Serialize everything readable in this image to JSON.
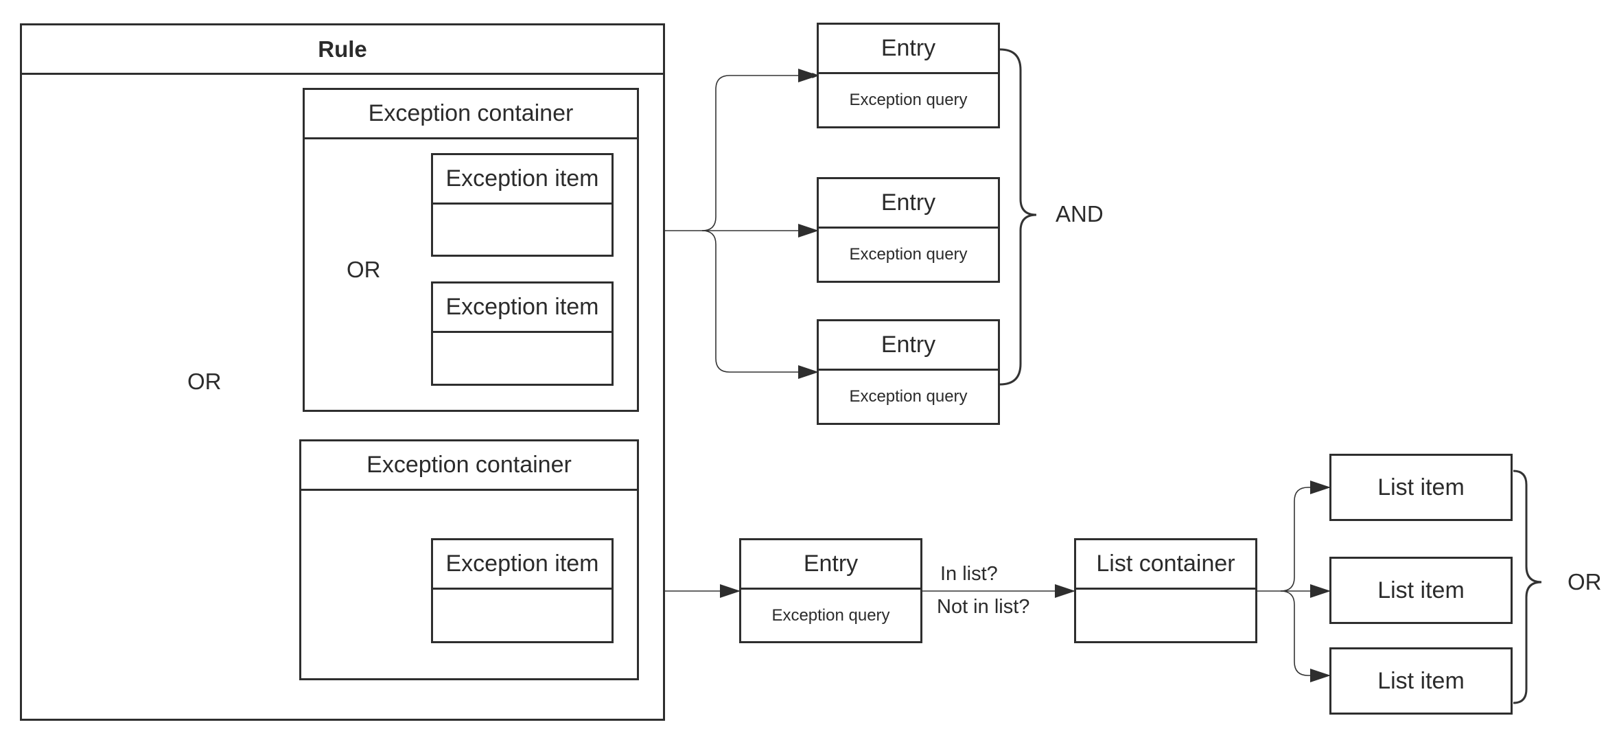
{
  "rule": {
    "title": "Rule"
  },
  "exception_container": "Exception container",
  "exception_item": "Exception item",
  "entry": "Entry",
  "exception_query": "Exception query",
  "list_container": "List container",
  "list_item": "List item",
  "operators": {
    "or": "OR",
    "and": "AND"
  },
  "list_checks": {
    "in_list": "In list?",
    "not_in_list": "Not in list?"
  }
}
